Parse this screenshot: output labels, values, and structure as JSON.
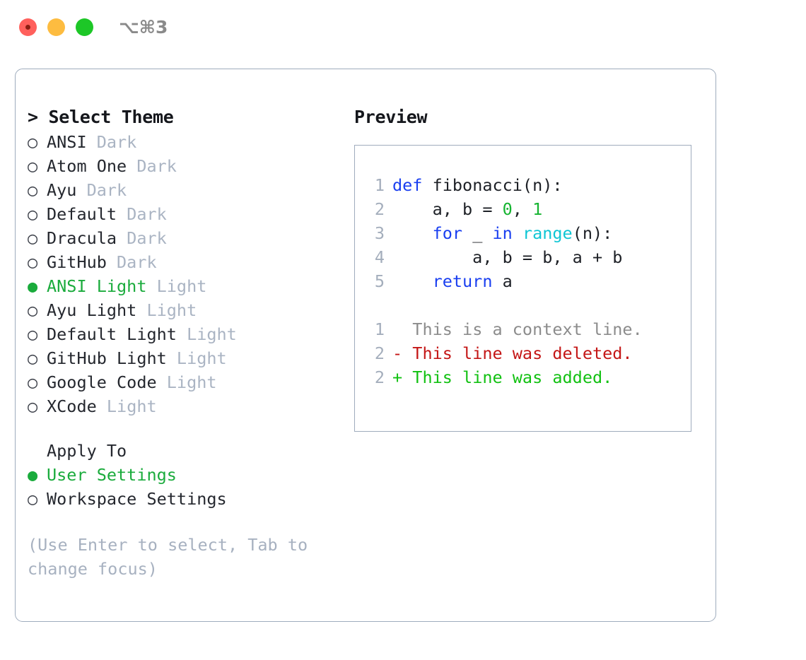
{
  "window": {
    "shortcut": "⌥⌘3",
    "traffic_lights": [
      "close-button",
      "minimize-button",
      "maximize-button"
    ],
    "accent_green": "#1aab3c",
    "border_color": "#9facbd"
  },
  "theme_picker": {
    "header_prompt": ">",
    "header_label": "Select Theme",
    "selected_marker": "●",
    "unselected_marker": "○",
    "items": [
      {
        "marker": "○",
        "name": "ANSI",
        "variant": "Dark",
        "selected": false
      },
      {
        "marker": "○",
        "name": "Atom One",
        "variant": "Dark",
        "selected": false
      },
      {
        "marker": "○",
        "name": "Ayu",
        "variant": "Dark",
        "selected": false
      },
      {
        "marker": "○",
        "name": "Default",
        "variant": "Dark",
        "selected": false
      },
      {
        "marker": "○",
        "name": "Dracula",
        "variant": "Dark",
        "selected": false
      },
      {
        "marker": "○",
        "name": "GitHub",
        "variant": "Dark",
        "selected": false
      },
      {
        "marker": "●",
        "name": "ANSI Light",
        "variant": "Light",
        "selected": true
      },
      {
        "marker": "○",
        "name": "Ayu Light",
        "variant": "Light",
        "selected": false
      },
      {
        "marker": "○",
        "name": "Default Light",
        "variant": "Light",
        "selected": false
      },
      {
        "marker": "○",
        "name": "GitHub Light",
        "variant": "Light",
        "selected": false
      },
      {
        "marker": "○",
        "name": "Google Code",
        "variant": "Light",
        "selected": false
      },
      {
        "marker": "○",
        "name": "XCode",
        "variant": "Light",
        "selected": false
      }
    ]
  },
  "apply_to": {
    "title": "Apply To",
    "items": [
      {
        "marker": "●",
        "name": "User Settings",
        "selected": true
      },
      {
        "marker": "○",
        "name": "Workspace Settings",
        "selected": false
      }
    ]
  },
  "hint": "(Use Enter to select, Tab to change focus)",
  "preview": {
    "title": "Preview",
    "code_lines": [
      {
        "number": "1",
        "tokens": [
          {
            "t": "def",
            "c": "kw"
          },
          {
            "t": " fibonacci(n):",
            "c": "plain"
          }
        ]
      },
      {
        "number": "2",
        "tokens": [
          {
            "t": "    a, b = ",
            "c": "plain"
          },
          {
            "t": "0",
            "c": "num"
          },
          {
            "t": ", ",
            "c": "plain"
          },
          {
            "t": "1",
            "c": "num"
          }
        ]
      },
      {
        "number": "3",
        "tokens": [
          {
            "t": "    ",
            "c": "plain"
          },
          {
            "t": "for",
            "c": "kw"
          },
          {
            "t": " _ ",
            "c": "plain"
          },
          {
            "t": "in",
            "c": "kw"
          },
          {
            "t": " ",
            "c": "plain"
          },
          {
            "t": "range",
            "c": "fn"
          },
          {
            "t": "(n):",
            "c": "plain"
          }
        ]
      },
      {
        "number": "4",
        "tokens": [
          {
            "t": "        a, b = b, a + b",
            "c": "plain"
          }
        ]
      },
      {
        "number": "5",
        "tokens": [
          {
            "t": "    ",
            "c": "plain"
          },
          {
            "t": "return",
            "c": "kw"
          },
          {
            "t": " a",
            "c": "plain"
          }
        ]
      }
    ],
    "diff_lines": [
      {
        "number": "1",
        "sign": " ",
        "text": " This is a context line.",
        "kind": "ctx"
      },
      {
        "number": "2",
        "sign": "-",
        "text": " This line was deleted.",
        "kind": "del"
      },
      {
        "number": "2",
        "sign": "+",
        "text": " This line was added.",
        "kind": "add"
      }
    ]
  }
}
